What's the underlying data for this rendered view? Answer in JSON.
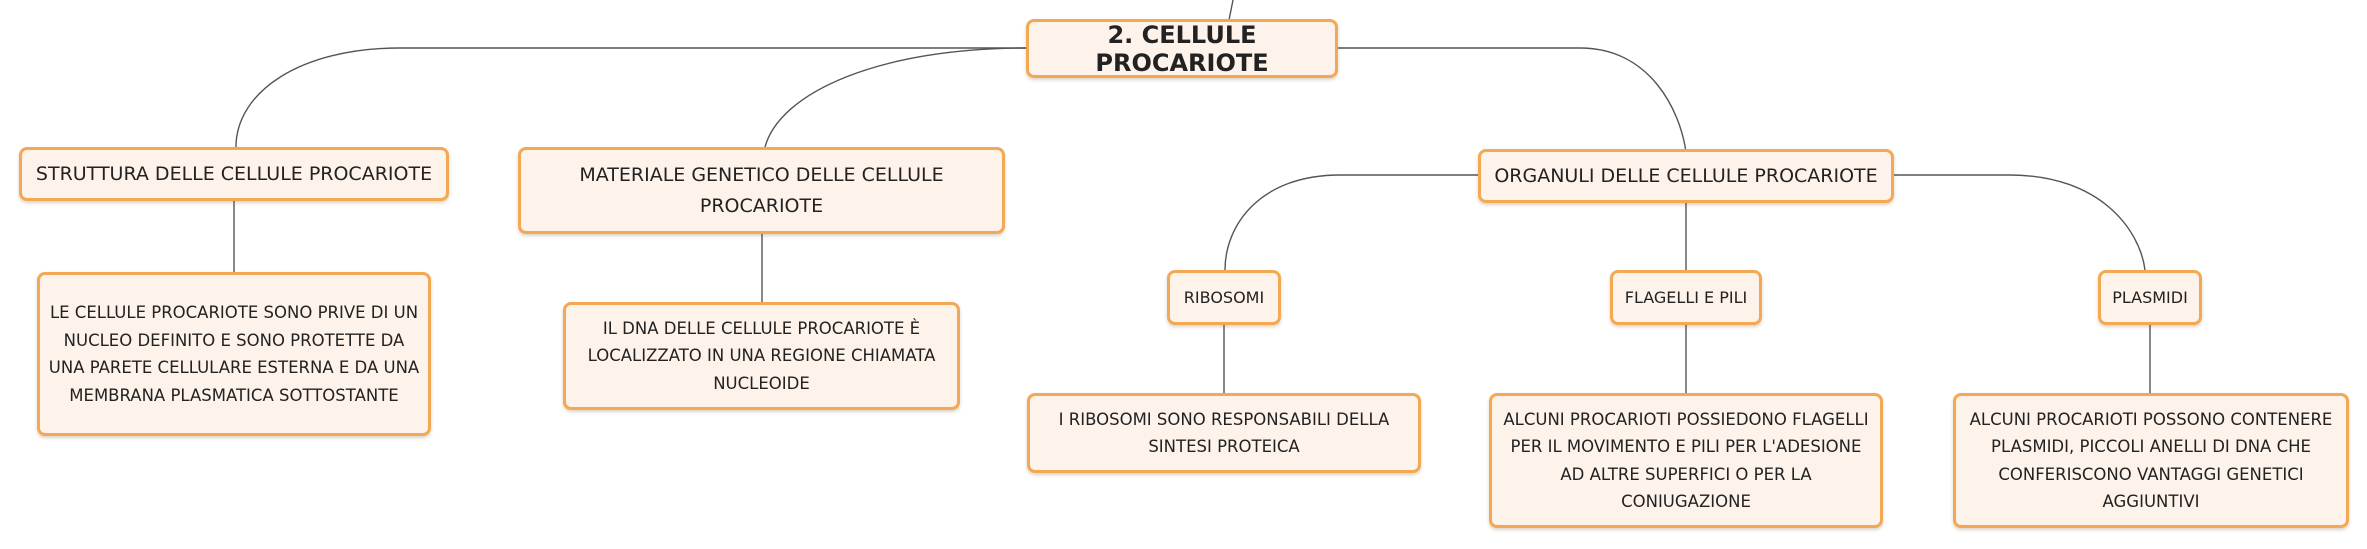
{
  "colors": {
    "border": "#f3a953",
    "fill": "#fdf3ea",
    "line": "#555555"
  },
  "root": {
    "label": "2. CELLULE PROCARIOTE"
  },
  "structure": {
    "title": "STRUTTURA DELLE CELLULE PROCARIOTE",
    "detail": "LE CELLULE PROCARIOTE SONO PRIVE DI UN NUCLEO DEFINITO E SONO PROTETTE DA UNA PARETE CELLULARE ESTERNA E DA UNA MEMBRANA PLASMATICA SOTTOSTANTE"
  },
  "genetic": {
    "title": "MATERIALE GENETICO DELLE CELLULE PROCARIOTE",
    "detail": "IL DNA DELLE CELLULE PROCARIOTE È LOCALIZZATO IN UNA REGIONE CHIAMATA NUCLEOIDE"
  },
  "organelles": {
    "title": "ORGANULI DELLE CELLULE PROCARIOTE",
    "ribosomes": {
      "title": "RIBOSOMI",
      "detail": "I RIBOSOMI SONO RESPONSABILI DELLA SINTESI PROTEICA"
    },
    "flagella": {
      "title": "FLAGELLI E PILI",
      "detail": "ALCUNI PROCARIOTI POSSIEDONO FLAGELLI PER IL MOVIMENTO E PILI PER L'ADESIONE AD ALTRE SUPERFICI O PER LA CONIUGAZIONE"
    },
    "plasmids": {
      "title": "PLASMIDI",
      "detail": "ALCUNI PROCARIOTI POSSONO CONTENERE PLASMIDI, PICCOLI ANELLI DI DNA CHE CONFERISCONO VANTAGGI GENETICI AGGIUNTIVI"
    }
  }
}
